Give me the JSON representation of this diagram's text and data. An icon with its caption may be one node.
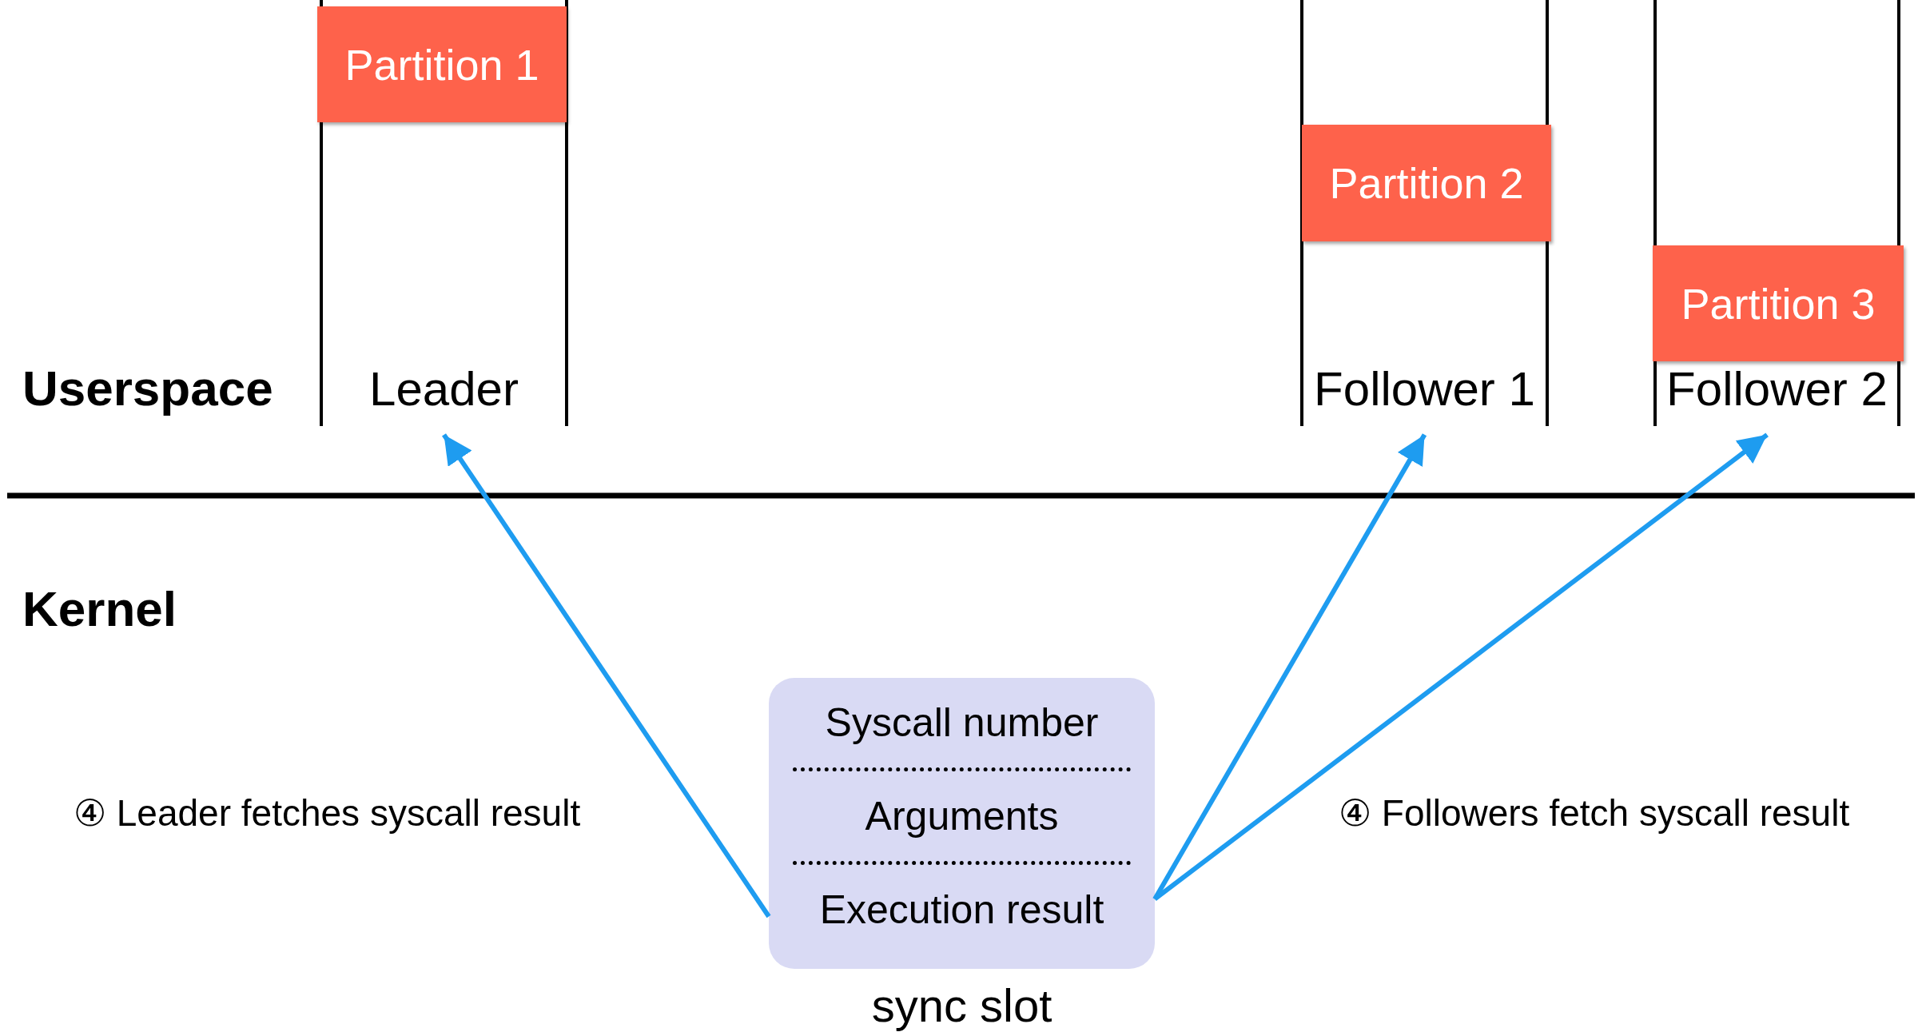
{
  "diagram": {
    "nodes": [
      {
        "text": [
          "Leader"
        ]
      },
      {
        "text": [
          "Partition 1"
        ],
        "in": 0
      },
      {
        "text": [
          "Follower 1"
        ]
      },
      {
        "text": [
          "Partition 2"
        ],
        "in": 2
      },
      {
        "text": [
          "Follower 2"
        ]
      },
      {
        "text": [
          "Partition 3"
        ],
        "in": 4
      },
      {
        "text": [
          "Syscall number",
          "Arguments",
          "Execution result"
        ],
        "beside": [
          "sync slot"
        ]
      }
    ],
    "edges": [
      {
        "from": 6,
        "to": 0,
        "arrow": "to",
        "label": "④ Leader fetches syscall result"
      },
      {
        "from": 6,
        "to": 2,
        "arrow": "to"
      },
      {
        "from": 6,
        "to": 4,
        "arrow": "to",
        "label": "④ Followers fetch syscall result"
      }
    ],
    "labels": [
      "Userspace",
      "Kernel"
    ]
  }
}
